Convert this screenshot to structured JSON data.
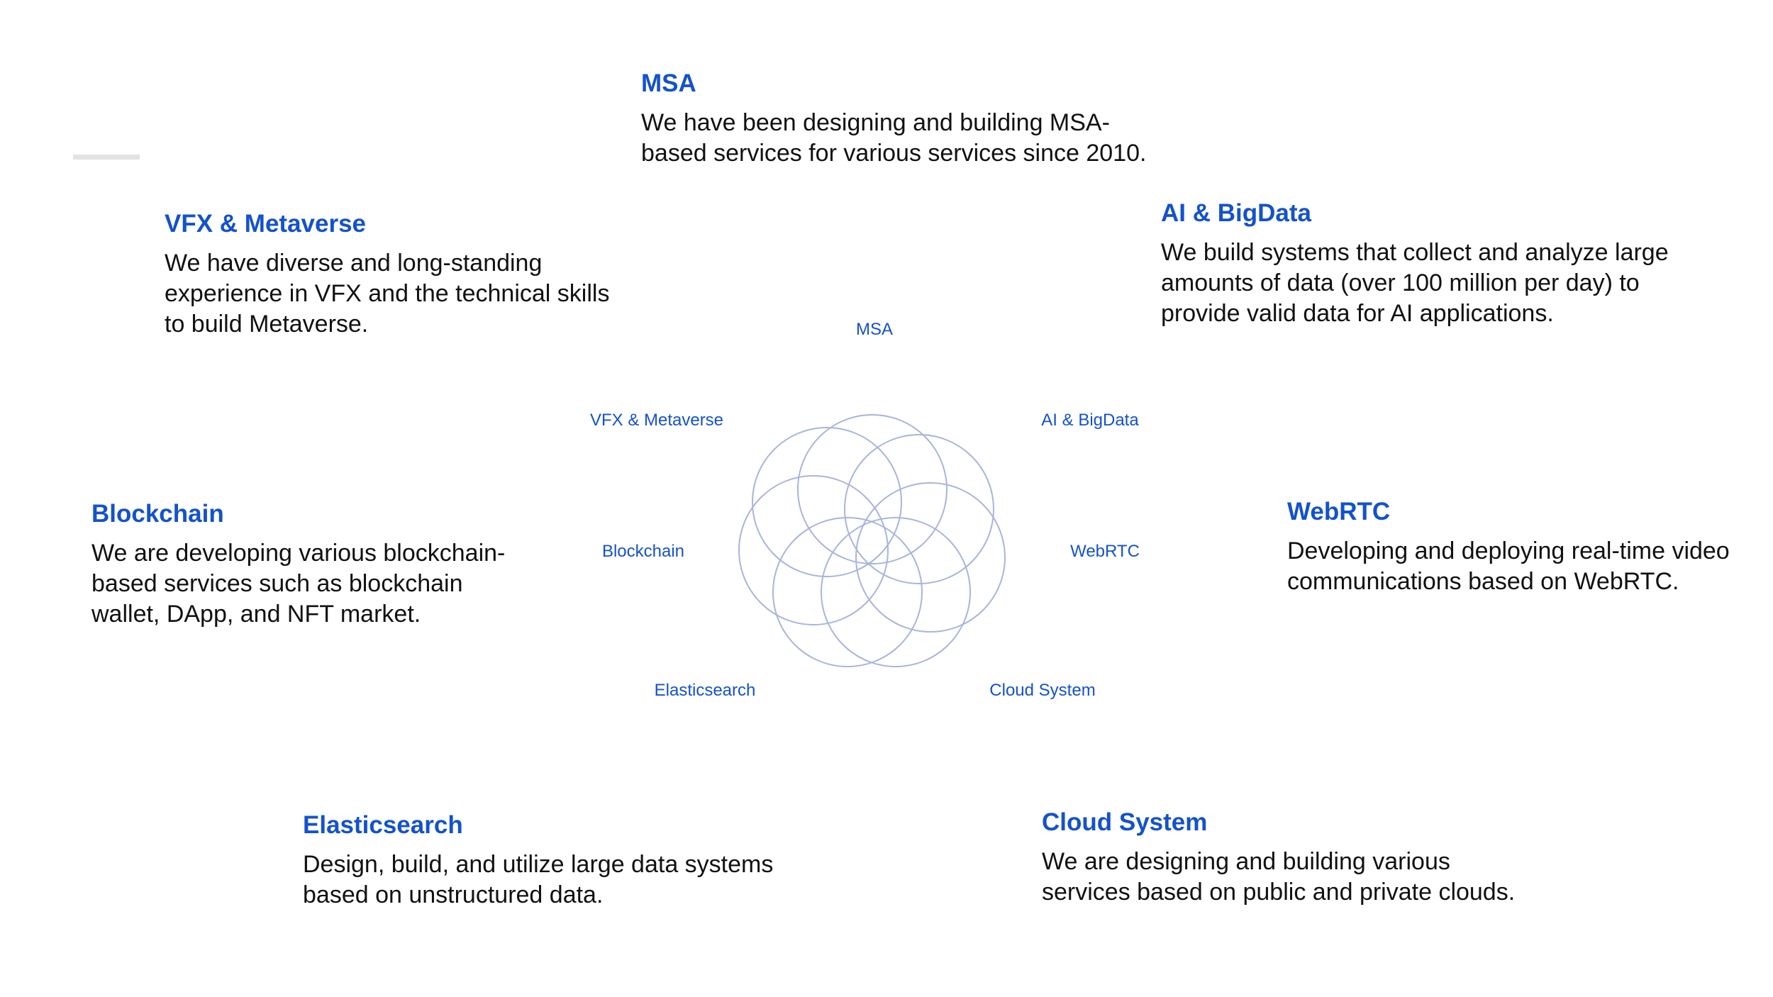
{
  "colors": {
    "accent": "#1452cc",
    "body_text": "#111111",
    "circle_stroke": "#a9b4de",
    "divider": "#e2e2e2"
  },
  "sections": {
    "msa": {
      "title": "MSA",
      "description": "We have been designing and building MSA-based services for various services since 2010."
    },
    "vfx": {
      "title": "VFX & Metaverse",
      "description": "We have diverse and long-standing experience in VFX and the technical skills to build Metaverse."
    },
    "ai": {
      "title": "AI & BigData",
      "description": "We build systems that collect and analyze large amounts of data (over 100 million per day) to provide valid data for AI applications."
    },
    "blockchain": {
      "title": "Blockchain",
      "description": "We are developing various blockchain-based services such as blockchain wallet, DApp, and NFT market."
    },
    "webrtc": {
      "title": "WebRTC",
      "description": "Developing and deploying real-time video communications based on WebRTC."
    },
    "elasticsearch": {
      "title": "Elasticsearch",
      "description": "Design, build, and utilize large data systems based on unstructured data."
    },
    "cloud": {
      "title": "Cloud System",
      "description": "We are designing and building various services based on public and private clouds."
    }
  },
  "diagram": {
    "labels": {
      "msa": "MSA",
      "vfx": "VFX & Metaverse",
      "ai": "AI & BigData",
      "blockchain": "Blockchain",
      "webrtc": "WebRTC",
      "elasticsearch": "Elasticsearch",
      "cloud": "Cloud System"
    }
  }
}
